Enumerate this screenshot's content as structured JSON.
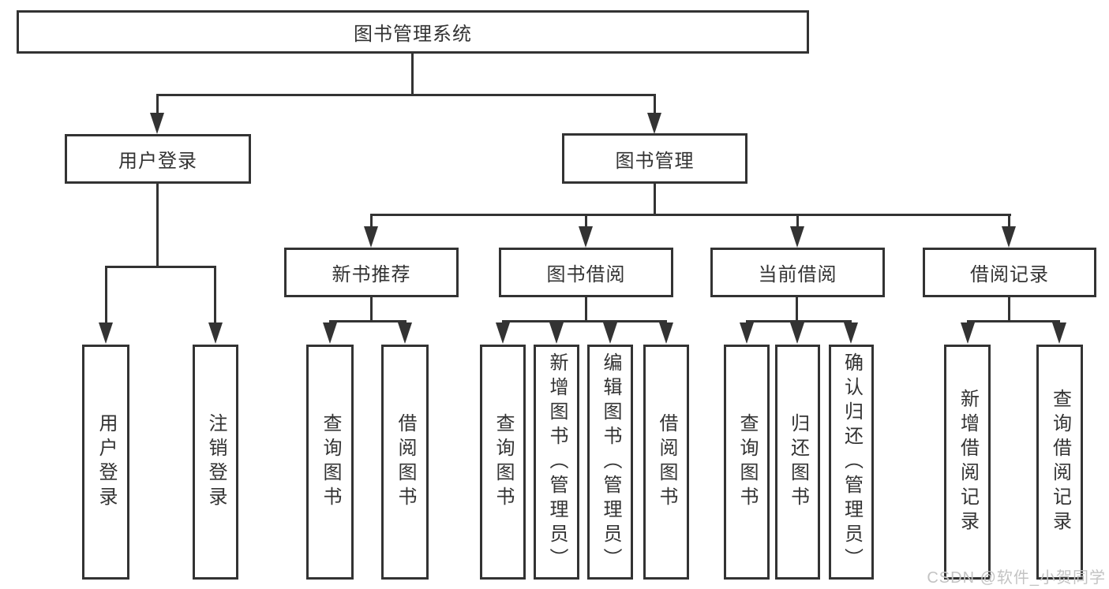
{
  "diagram": {
    "root_label": "图书管理系统",
    "level2": {
      "user_login": "用户登录",
      "book_management": "图书管理"
    },
    "level3": {
      "new_book_recommend": "新书推荐",
      "book_borrowing": "图书借阅",
      "current_borrowing": "当前借阅",
      "borrowing_records": "借阅记录"
    },
    "level4": {
      "user_login_children": [
        "用户登录",
        "注销登录"
      ],
      "new_book_children": [
        "查询图书",
        "借阅图书"
      ],
      "book_borrowing_children": [
        "查询图书",
        "新增图书（管理员）",
        "编辑图书（管理员）",
        "借阅图书"
      ],
      "current_borrowing_children": [
        "查询图书",
        "归还图书",
        "确认归还（管理员）"
      ],
      "borrowing_records_children": [
        "新增借阅记录",
        "查询借阅记录"
      ]
    },
    "watermark": "CSDN @软件_小贺同学",
    "colors": {
      "line": "#333333",
      "text": "#333333",
      "watermark": "#c3c3c3",
      "background": "#ffffff"
    }
  }
}
